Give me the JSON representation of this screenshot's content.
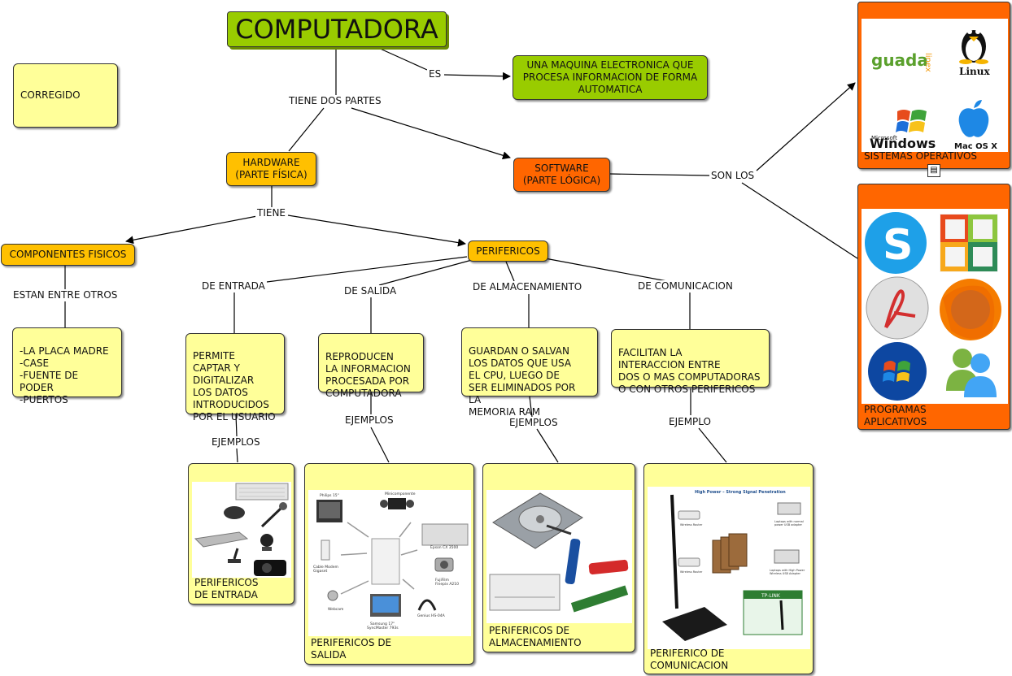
{
  "title": "COMPUTADORA",
  "corregido": "CORREGIDO",
  "definition": "UNA MAQUINA ELECTRONICA QUE\nPROCESA INFORMACION DE FORMA\nAUTOMATICA",
  "hardware": "HARDWARE\n(PARTE FÍSICA)",
  "software": "SOFTWARE\n(PARTE LÓGICA)",
  "componentes": "COMPONENTES FISICOS",
  "perifericos": "PERIFERICOS",
  "componentes_list": "-LA PLACA MADRE\n-CASE\n-FUENTE DE PODER\n-PUERTOS",
  "entrada_desc": "PERMITE\nCAPTAR Y\nDIGITALIZAR\nLOS DATOS\nINTRODUCIDOS\nPOR EL USUARIO",
  "salida_desc": "REPRODUCEN\nLA INFORMACION\nPROCESADA POR\nCOMPUTADORA",
  "almacen_desc": "GUARDAN O SALVAN\nLOS DATOS QUE USA\nEL CPU, LUEGO DE\nSER ELIMINADOS POR LA\nMEMORIA RAM",
  "comunic_desc": "FACILITAN LA\nINTERACCION ENTRE\nDOS O MAS COMPUTADORAS\nO CON OTROS PERIFERICOS",
  "labels": {
    "es": "ES",
    "tiene_dos": "TIENE DOS PARTES",
    "tiene": "TIENE",
    "son_los": "SON LOS",
    "estan": "ESTAN ENTRE OTROS",
    "de_entrada": "DE ENTRADA",
    "de_salida": "DE SALIDA",
    "de_almac": "DE ALMACENAMIENTO",
    "de_comunic": "DE COMUNICACION",
    "ejemplos": "EJEMPLOS",
    "ejemplo": "EJEMPLO"
  },
  "captions": {
    "entrada": "PERIFERICOS\nDE ENTRADA",
    "salida": "PERIFERICOS DE\nSALIDA",
    "almacen": "PERIFERICOS DE\nALMACENAMIENTO",
    "comunic": "PERIFERICO DE\nCOMUNICACION",
    "so": "SISTEMAS OPERATIVOS",
    "apps": "PROGRAMAS\nAPLICATIVOS"
  },
  "os_logos": {
    "guadalinex": "guada",
    "guadalinex_small": "linex",
    "linux": "Linux",
    "windows_small": "Microsoft",
    "windows": "Windows",
    "macos": "Mac OS X"
  },
  "image_text": {
    "monitor": "Philips 15\"",
    "mini": "Minicomponente",
    "cable": "Cable Modem\nGigaset",
    "epson": "Epson CX 3500",
    "fuji": "FujiFilm\nFinepix A210",
    "webcam": "Webcam",
    "samsung": "Samsung 17\"\nSyncMaster 793s",
    "genius": "Genius HS-04A",
    "router_title": "High Power – Strong Signal Penetration",
    "router1": "Wireless Router",
    "router2": "Wireless Router",
    "laptop1": "Laptops with normal\npower USB adapter",
    "laptop2": "Laptops with High Power\nWireless USB Adapter",
    "tplink": "TP-LINK"
  },
  "colors": {
    "yellow": "#ffff99",
    "gold": "#ffc000",
    "green": "#99cc00",
    "orange": "#ff6600"
  }
}
